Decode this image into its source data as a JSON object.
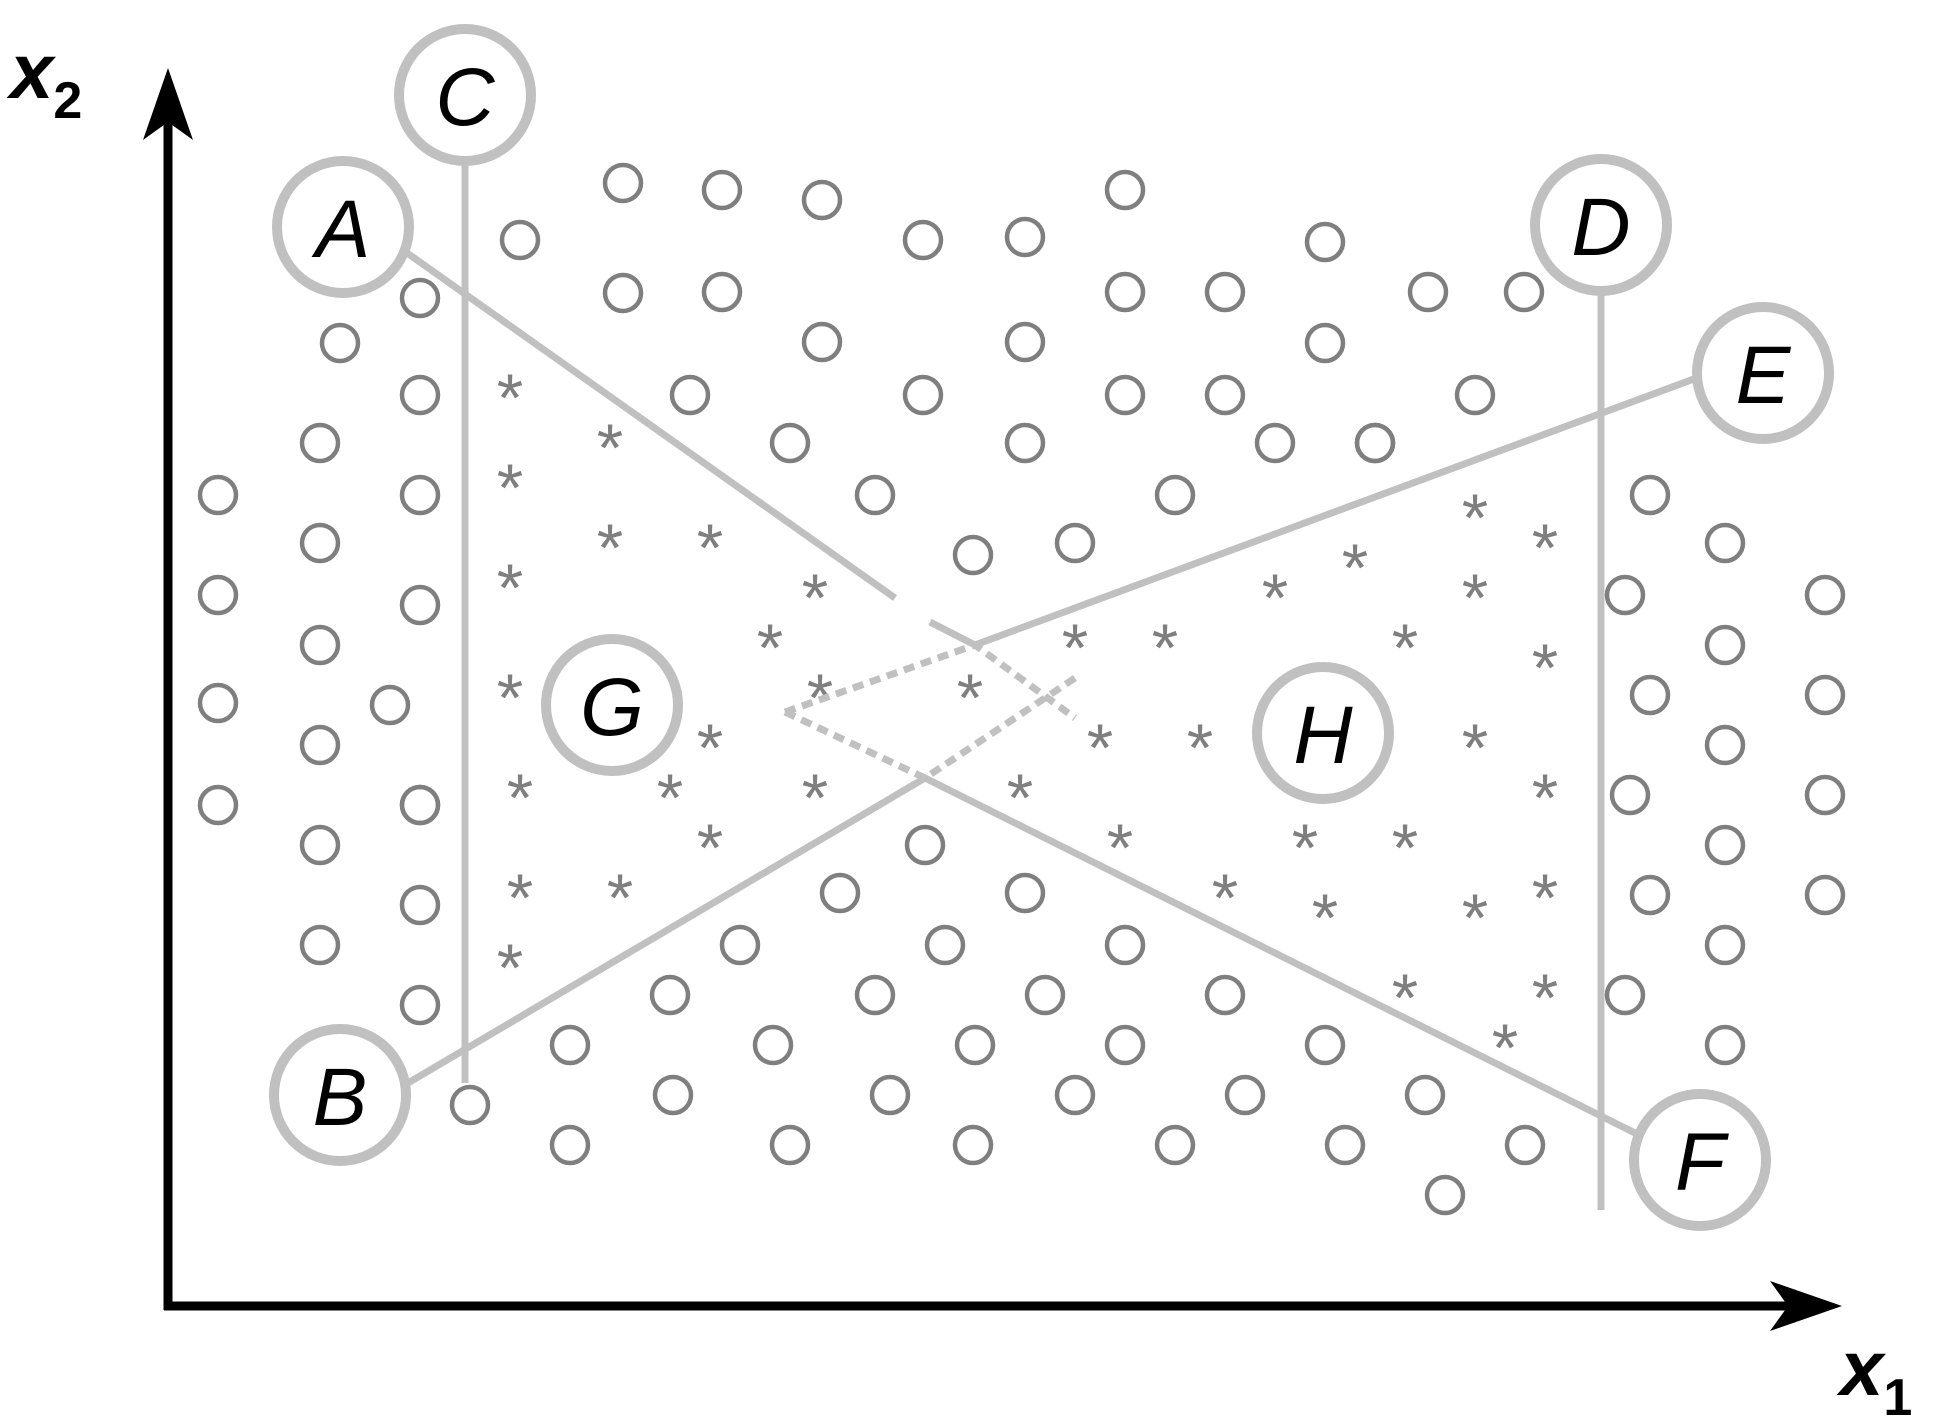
{
  "axes": {
    "x_label": "x",
    "x_subscript": "1",
    "y_label": "x",
    "y_subscript": "2"
  },
  "colors": {
    "axis": "#000000",
    "points": "#7f7f7f",
    "lines": "#c0c0c0"
  },
  "nodes": {
    "A": "A",
    "B": "B",
    "C": "C",
    "D": "D",
    "E": "E",
    "F": "F",
    "G": "G",
    "H": "H"
  },
  "classes": {
    "circle_class_marker": "o",
    "star_class_marker": "*"
  }
}
